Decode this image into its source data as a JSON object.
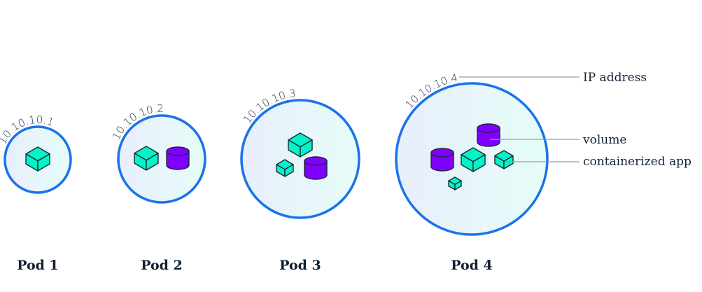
{
  "pods": [
    {
      "label": "Pod 1",
      "ip": "10.10.10.1",
      "items": [
        "cube"
      ]
    },
    {
      "label": "Pod 2",
      "ip": "10.10.10.2",
      "items": [
        "cube",
        "cylinder"
      ]
    },
    {
      "label": "Pod 3",
      "ip": "10.10.10.3",
      "items": [
        "cube",
        "small-cube",
        "cylinder"
      ]
    },
    {
      "label": "Pod 4",
      "ip": "10.10.10.4",
      "items": [
        "cylinder",
        "cylinder",
        "cube",
        "small-cube",
        "tiny-cube"
      ]
    }
  ],
  "legend": {
    "ip_address": "IP address",
    "volume": "volume",
    "containerized_app": "containerized app"
  },
  "colors": {
    "ring": "#1a73e8",
    "container": "#00f5c8",
    "volume": "#8000ff",
    "outline": "#1b2838"
  }
}
